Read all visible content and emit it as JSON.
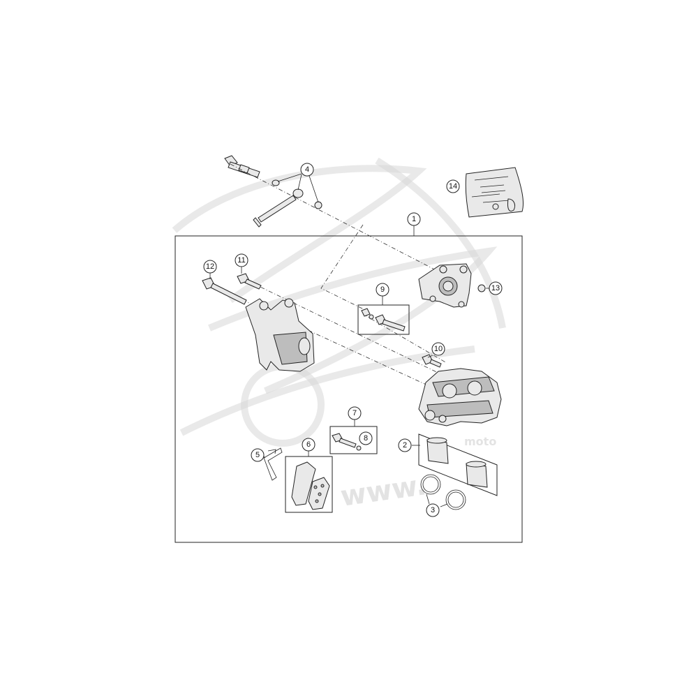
{
  "diagram": {
    "callouts": [
      {
        "id": "c1",
        "label": "1"
      },
      {
        "id": "c2",
        "label": "2"
      },
      {
        "id": "c3",
        "label": "3"
      },
      {
        "id": "c4",
        "label": "4"
      },
      {
        "id": "c5",
        "label": "5"
      },
      {
        "id": "c6",
        "label": "6"
      },
      {
        "id": "c7",
        "label": "7"
      },
      {
        "id": "c8",
        "label": "8"
      },
      {
        "id": "c9",
        "label": "9"
      },
      {
        "id": "c10",
        "label": "10"
      },
      {
        "id": "c11",
        "label": "11"
      },
      {
        "id": "c12",
        "label": "12"
      },
      {
        "id": "c13",
        "label": "13"
      },
      {
        "id": "c14",
        "label": "14"
      }
    ],
    "watermark": {
      "text_main": "www.",
      "text_sub": "moto"
    },
    "colors": {
      "line": "#222222",
      "part_fill": "#e9e9e9",
      "watermark": "#d7d7d7"
    }
  }
}
